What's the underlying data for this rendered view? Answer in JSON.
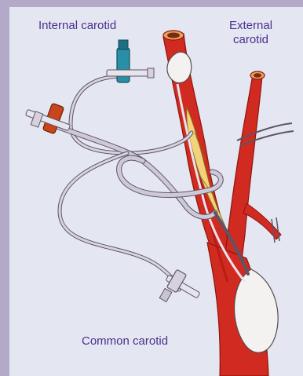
{
  "labels": {
    "internal_carotid": "Internal carotid",
    "external_carotid_line1": "External",
    "external_carotid_line2": "carotid",
    "common_carotid": "Common carotid"
  },
  "colors": {
    "artery_red": "#d12a20",
    "artery_shadow": "#a5160f",
    "plaque_yellow": "#f2d27a",
    "balloon_white": "#f4f2f0",
    "catheter_gray": "#c9c3d2",
    "label_purple": "#4b2f8f",
    "stopcock_teal": "#2a8fa6",
    "stopcock_orange": "#c8461c"
  }
}
